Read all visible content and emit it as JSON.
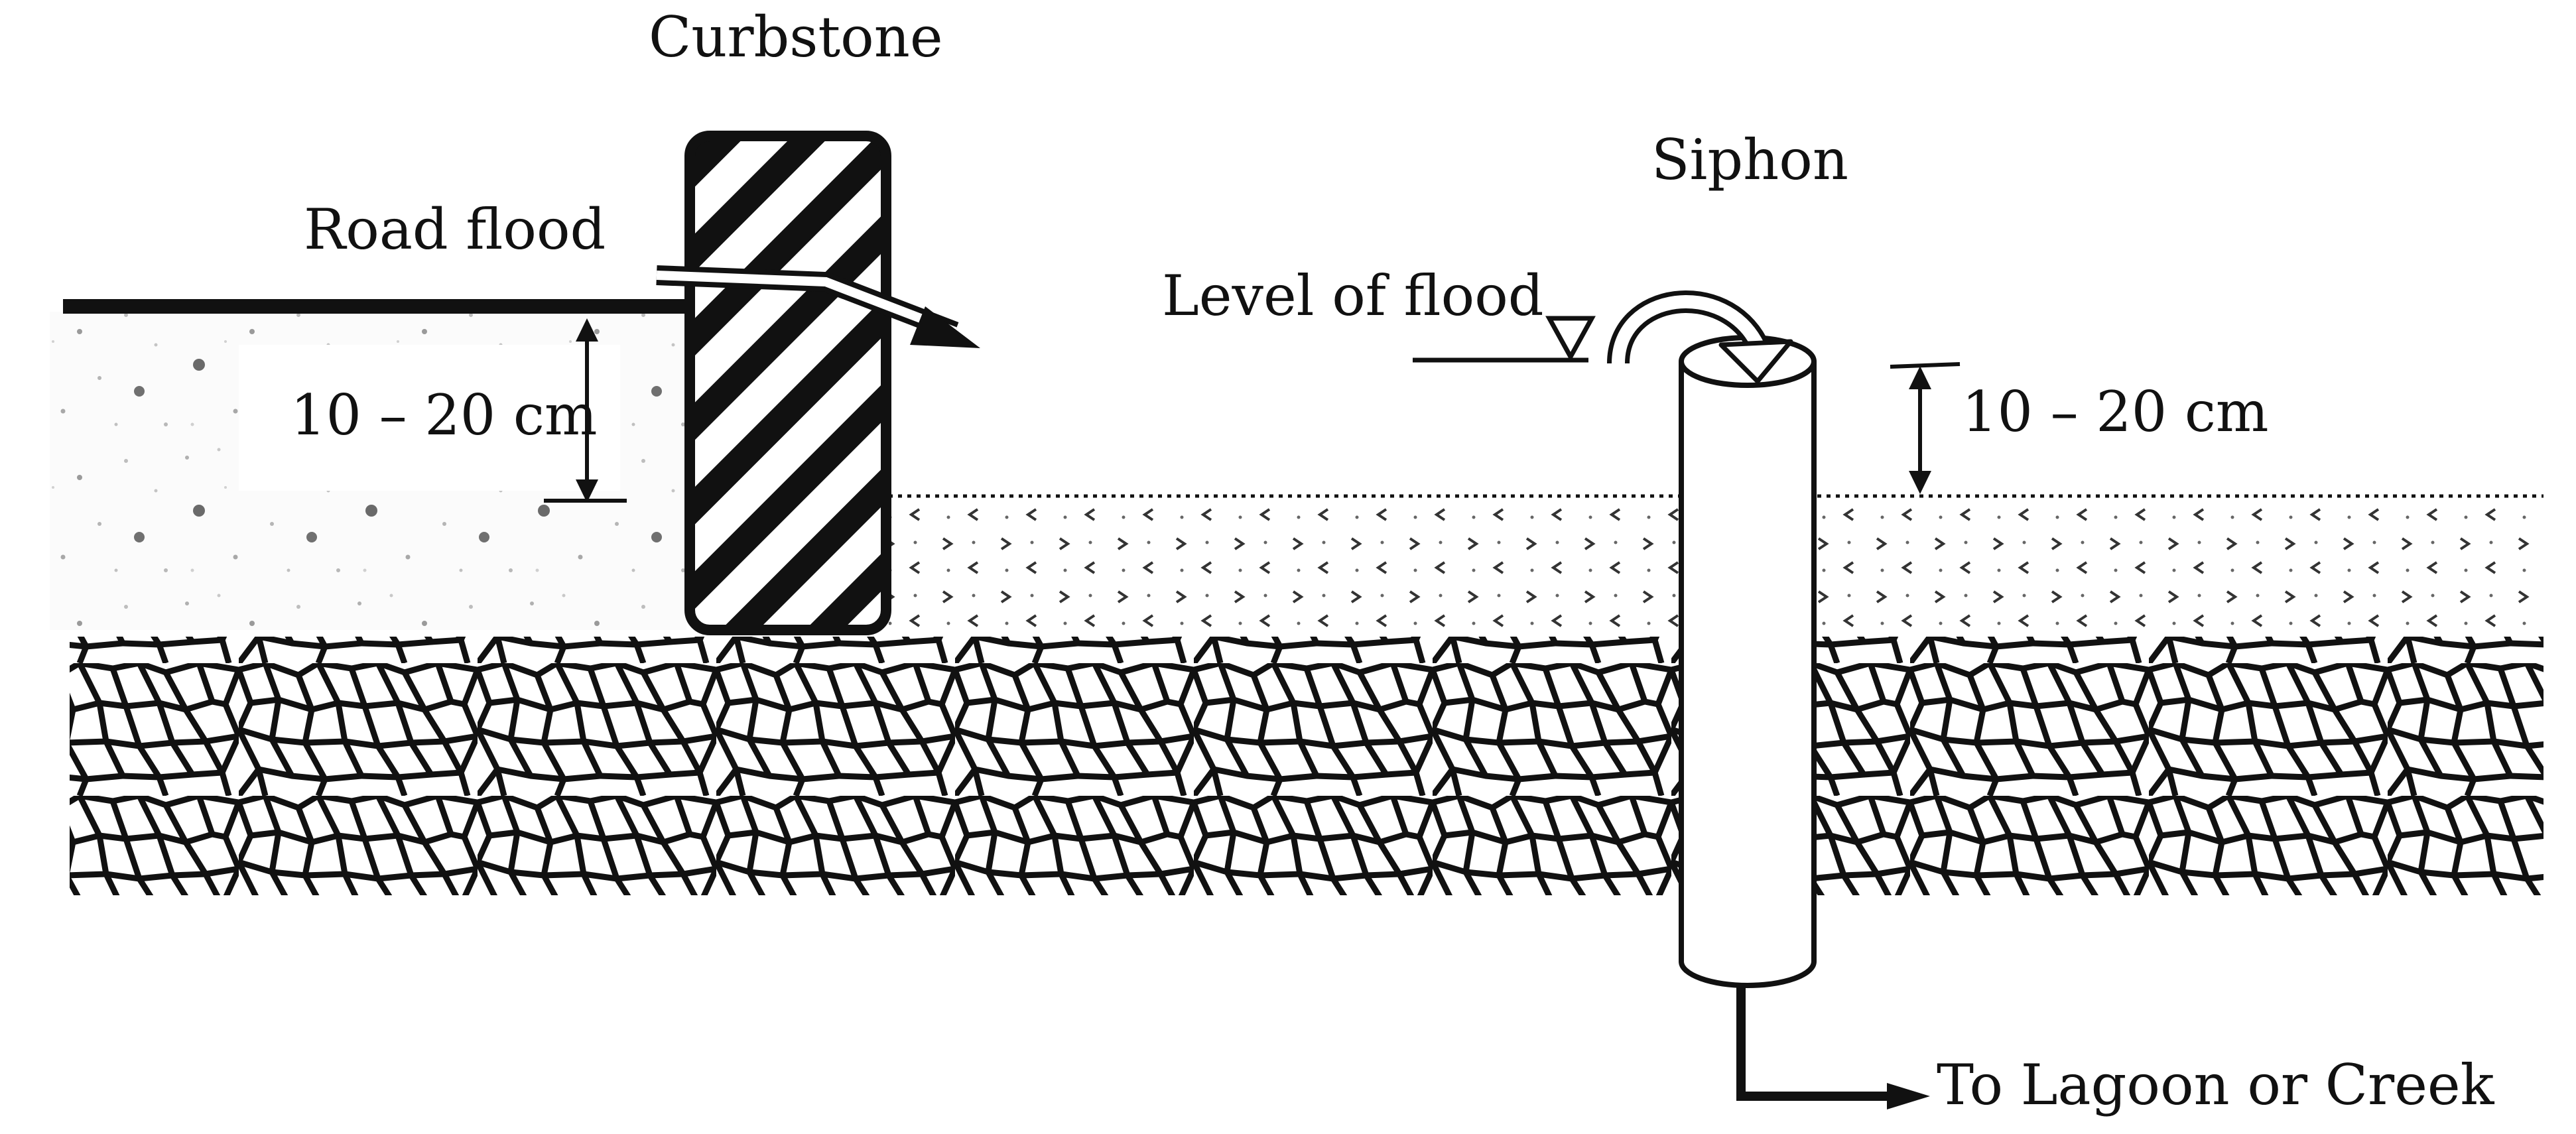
{
  "labels": {
    "curbstone": "Curbstone",
    "siphon": "Siphon",
    "road_flood": "Road flood",
    "level_of_flood": "Level of flood",
    "height_left": "10 – 20 cm",
    "height_right": "10 – 20 cm",
    "outlet": "To Lagoon or Creek"
  },
  "colors": {
    "ink": "#111111",
    "background": "#ffffff"
  }
}
